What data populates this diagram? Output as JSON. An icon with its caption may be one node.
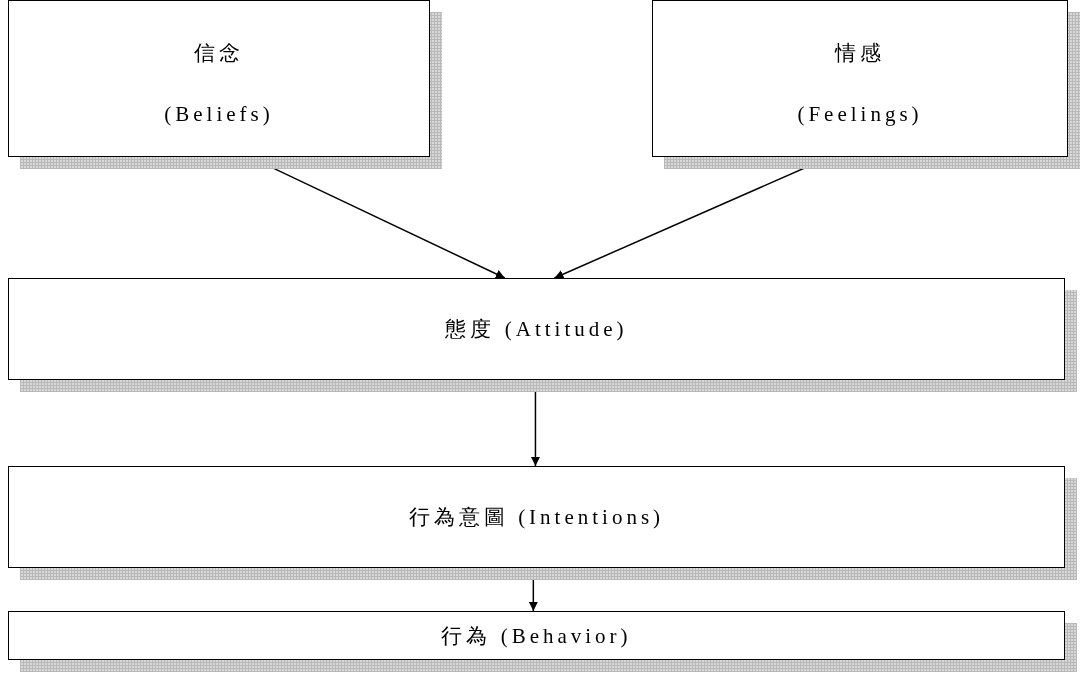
{
  "diagram": {
    "nodes": [
      {
        "text": [
          "信念",
          "(Beliefs)"
        ]
      },
      {
        "text": [
          "情感",
          "(Feelings)"
        ]
      },
      {
        "text": [
          "態度 (Attitude)"
        ]
      },
      {
        "text": [
          "行為意圖 (Intentions)"
        ]
      },
      {
        "text": [
          "行為 (Behavior)"
        ]
      }
    ],
    "edges": [
      {
        "from": 0,
        "to": 2,
        "arrow": "to"
      },
      {
        "from": 1,
        "to": 2,
        "arrow": "to"
      },
      {
        "from": 2,
        "to": 3,
        "arrow": "to"
      },
      {
        "from": 3,
        "to": 4,
        "arrow": "to"
      }
    ]
  }
}
